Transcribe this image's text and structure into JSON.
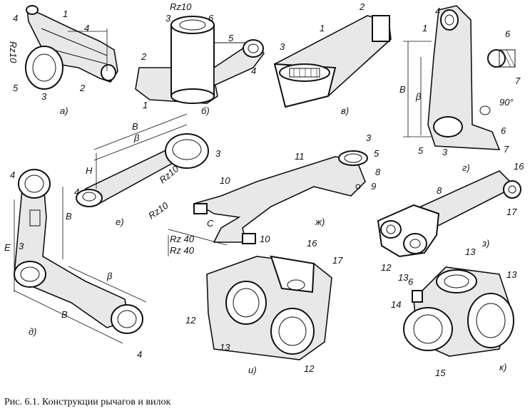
{
  "caption": "Рис. 6.1. Конструкции рычагов и вилок",
  "parts": {
    "a": {
      "letter": "а)",
      "labels": [
        "1",
        "4",
        "4",
        "Rz10",
        "5",
        "3",
        "2"
      ]
    },
    "b": {
      "letter": "б)",
      "labels": [
        "Rz10",
        "3",
        "6",
        "5",
        "4",
        "2",
        "1"
      ]
    },
    "v": {
      "letter": "в)",
      "labels": [
        "2",
        "1",
        "3"
      ]
    },
    "g": {
      "letter": "г)",
      "labels": [
        "4",
        "1",
        "B",
        "β",
        "5",
        "3",
        "6",
        "7",
        "90°",
        "6",
        "7"
      ]
    },
    "d": {
      "letter": "д)",
      "labels": [
        "4",
        "E",
        "B",
        "3",
        "β",
        "B",
        "4"
      ]
    },
    "e": {
      "letter": "е)",
      "labels": [
        "B",
        "β",
        "H",
        "4",
        "3",
        "Rz10"
      ]
    },
    "zh": {
      "letter": "ж)",
      "labels": [
        "11",
        "3",
        "5",
        "8",
        "9",
        "10",
        "Rz10",
        "C",
        "Rz 40",
        "Rz 40",
        "10"
      ]
    },
    "z": {
      "letter": "з)",
      "labels": [
        "16",
        "8",
        "17",
        "12",
        "13"
      ]
    },
    "i": {
      "letter": "и)",
      "labels": [
        "16",
        "17",
        "12",
        "13",
        "12"
      ]
    },
    "k": {
      "letter": "к)",
      "labels": [
        "13",
        "6",
        "13",
        "14",
        "15"
      ]
    }
  }
}
